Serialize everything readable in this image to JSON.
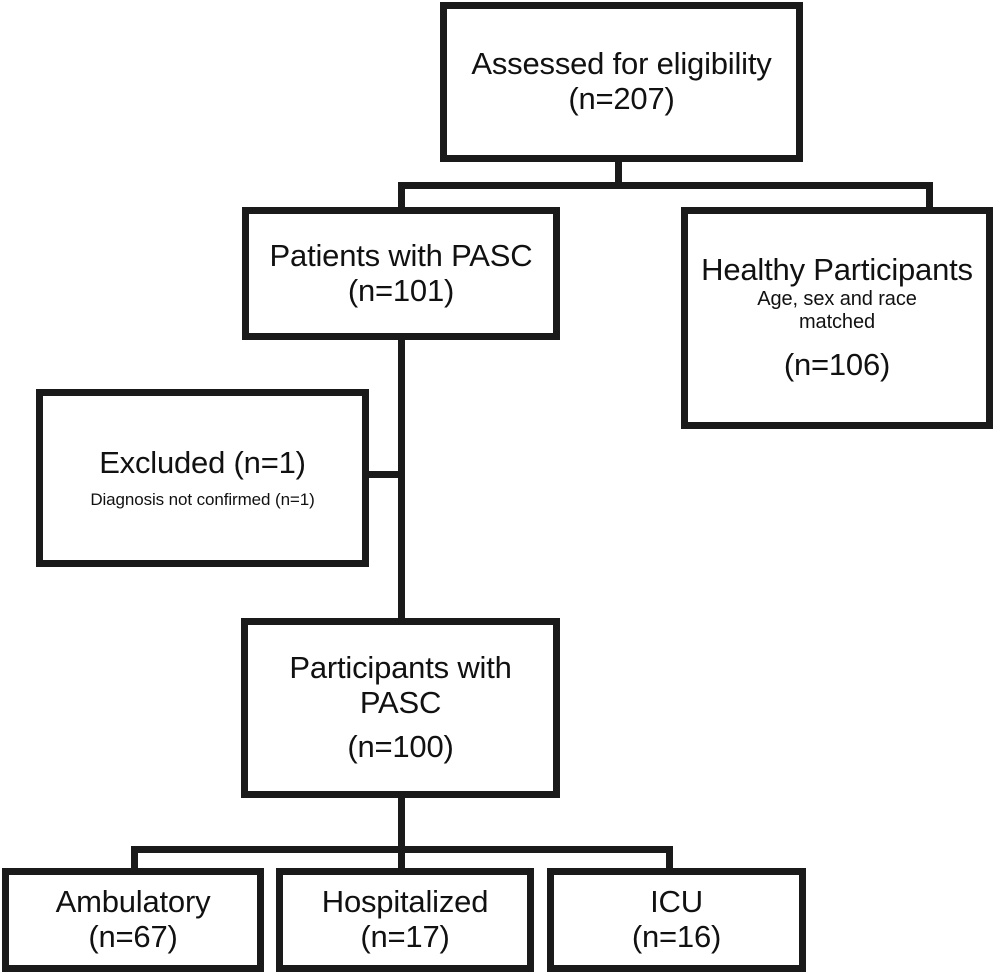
{
  "diagram": {
    "title": "CONSORT-style participant flow diagram",
    "type": "flowchart",
    "colors": {
      "stroke": "#1a1a1a",
      "fill": "#ffffff",
      "text": "#111111"
    },
    "nodes": {
      "assessed": {
        "label": "Assessed for eligibility",
        "count_label": "(n=207)",
        "n": 207
      },
      "patients_pasc": {
        "label": "Patients with PASC",
        "count_label": "(n=101)",
        "n": 101
      },
      "healthy": {
        "label": "Healthy Participants",
        "sublabel": "Age, sex and race\nmatched",
        "count_label": "(n=106)",
        "n": 106
      },
      "excluded": {
        "label": "Excluded (n=1)",
        "reason": "Diagnosis not confirmed (n=1)",
        "n": 1
      },
      "participants_pasc": {
        "label": "Participants with\nPASC",
        "count_label": "(n=100)",
        "n": 100
      },
      "ambulatory": {
        "label": "Ambulatory",
        "count_label": "(n=67)",
        "n": 67
      },
      "hospitalized": {
        "label": "Hospitalized",
        "count_label": "(n=17)",
        "n": 17
      },
      "icu": {
        "label": "ICU",
        "count_label": "(n=16)",
        "n": 16
      }
    }
  }
}
